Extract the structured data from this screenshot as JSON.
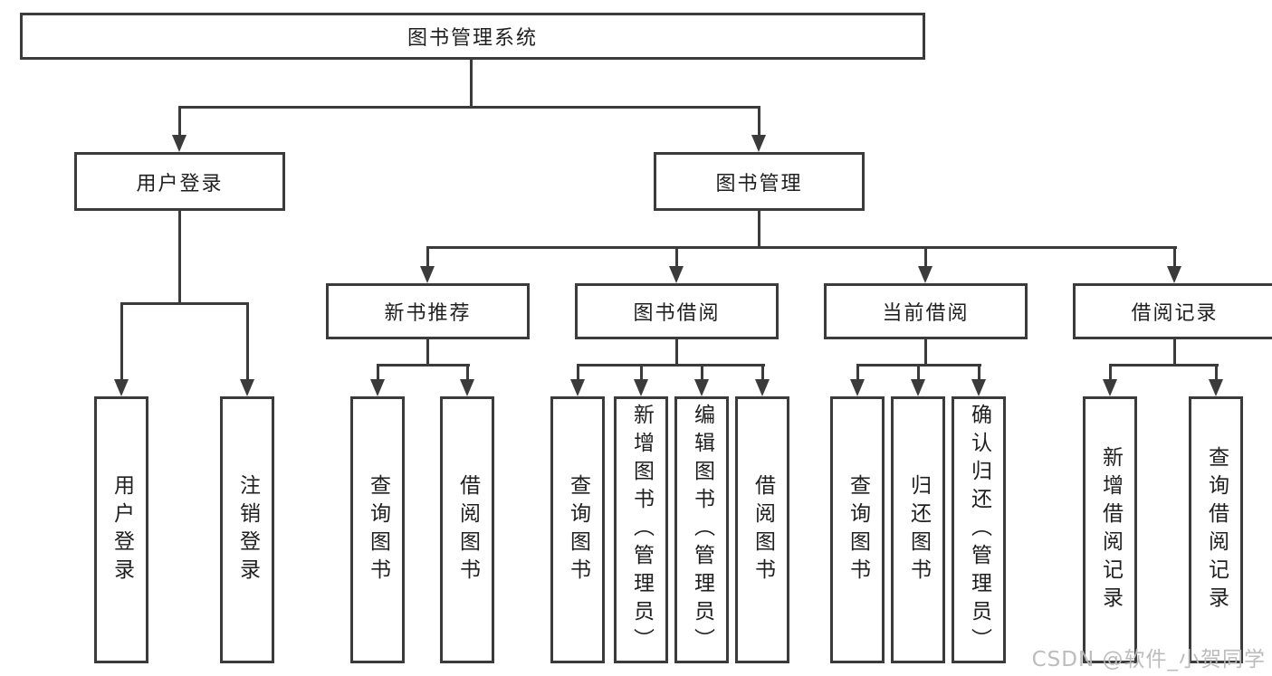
{
  "tree": {
    "root": {
      "label": "图书管理系统",
      "children": [
        {
          "label": "用户登录",
          "children": [
            {
              "label": "用户登录"
            },
            {
              "label": "注销登录"
            }
          ]
        },
        {
          "label": "图书管理",
          "children": [
            {
              "label": "新书推荐",
              "children": [
                {
                  "label": "查询图书"
                },
                {
                  "label": "借阅图书"
                }
              ]
            },
            {
              "label": "图书借阅",
              "children": [
                {
                  "label": "查询图书"
                },
                {
                  "label": "新增图书（管理员）"
                },
                {
                  "label": "编辑图书（管理员）"
                },
                {
                  "label": "借阅图书"
                }
              ]
            },
            {
              "label": "当前借阅",
              "children": [
                {
                  "label": "查询图书"
                },
                {
                  "label": "归还图书"
                },
                {
                  "label": "确认归还（管理员）"
                }
              ]
            },
            {
              "label": "借阅记录",
              "children": [
                {
                  "label": "新增借阅记录"
                },
                {
                  "label": "查询借阅记录"
                }
              ]
            }
          ]
        }
      ]
    }
  },
  "watermark": "CSDN @软件_小贺同学",
  "colors": {
    "line": "#3b3b3b",
    "text": "#1f1f1f",
    "watermark": "#b9b9b9"
  }
}
